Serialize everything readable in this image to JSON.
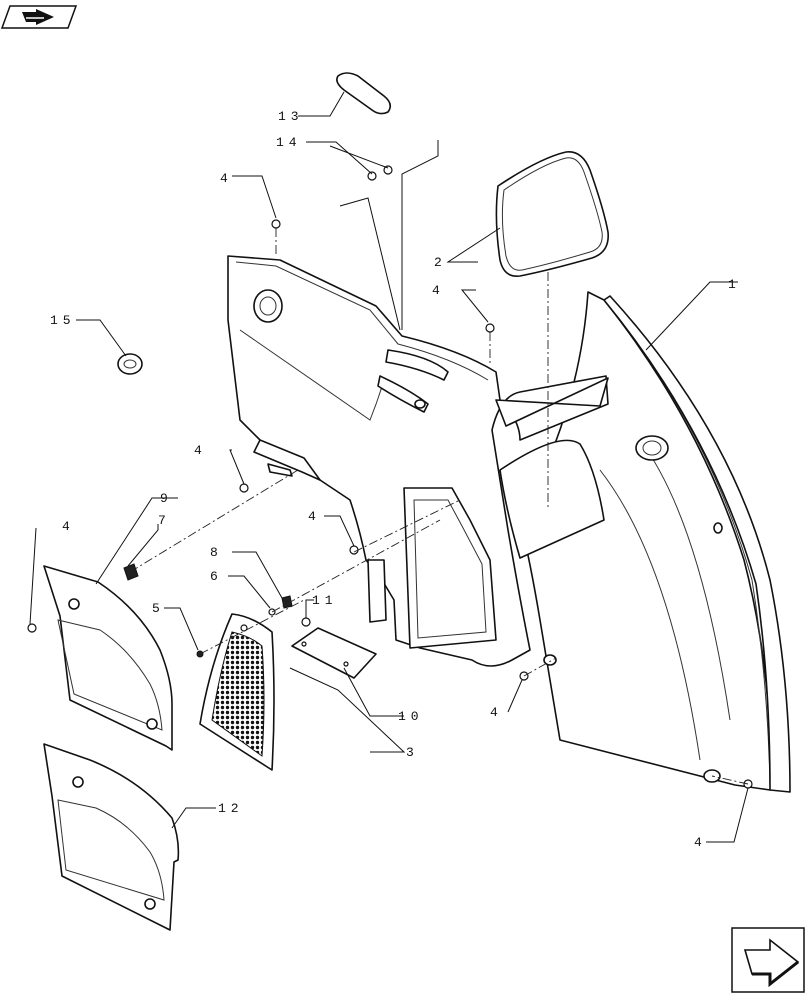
{
  "labels": {
    "p1": "1",
    "p2": "2",
    "p3": "3",
    "p4a": "4",
    "p4b": "4",
    "p4c": "4",
    "p4d": "4",
    "p4e": "4",
    "p4f": "4",
    "p4g": "4",
    "p5": "5",
    "p6": "6",
    "p7": "7",
    "p8": "8",
    "p9": "9",
    "p10": "10",
    "p11": "11",
    "p12": "12",
    "p13": "13",
    "p14": "14",
    "p15": "15"
  },
  "icons": {
    "top_nav": "back-arrow-icon",
    "bottom_nav": "next-arrow-icon"
  }
}
